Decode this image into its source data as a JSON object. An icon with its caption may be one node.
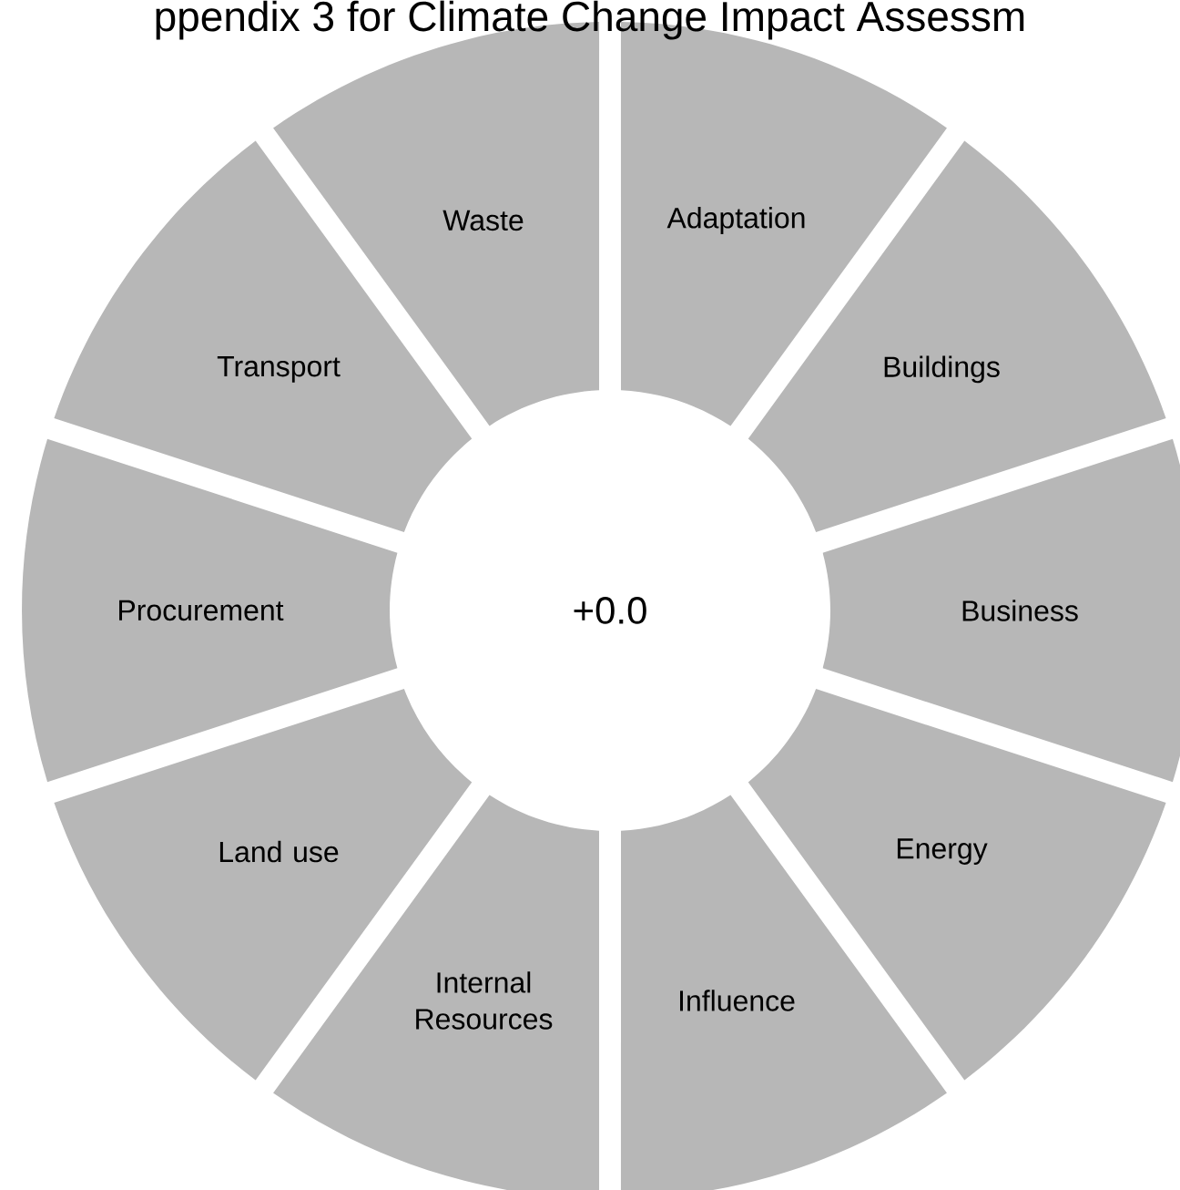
{
  "diagram": {
    "title": "ppendix 3 for Climate Change Impact Assessm",
    "nodes": [
      {
        "text": [
          "+0.0"
        ]
      },
      {
        "text": [
          "Adaptation"
        ]
      },
      {
        "text": [
          "Buildings"
        ]
      },
      {
        "text": [
          "Business"
        ]
      },
      {
        "text": [
          "Energy"
        ]
      },
      {
        "text": [
          "Influence"
        ]
      },
      {
        "text": [
          "Internal Resources"
        ]
      },
      {
        "text": [
          "Land use"
        ]
      },
      {
        "text": [
          "Procurement"
        ]
      },
      {
        "text": [
          "Transport"
        ]
      },
      {
        "text": [
          "Waste"
        ]
      }
    ]
  }
}
